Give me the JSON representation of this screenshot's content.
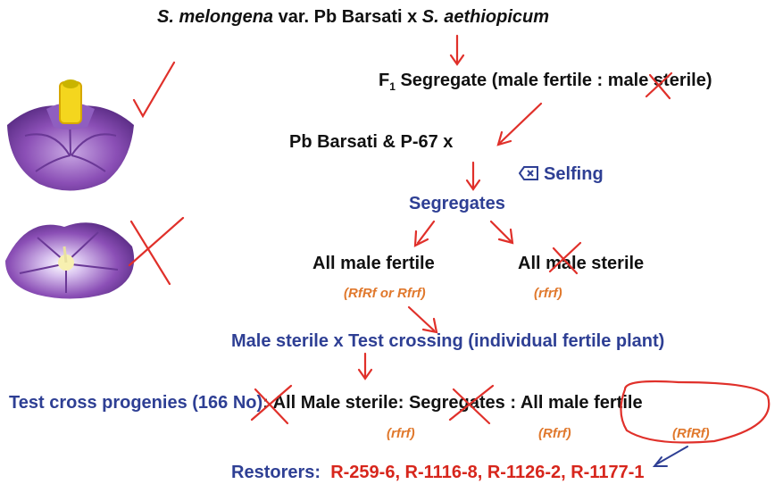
{
  "cross": {
    "parent1": "S. melongena",
    "parent1_var": " var. Pb Barsati x ",
    "parent2": "S. aethiopicum"
  },
  "f1": {
    "prefix": "F",
    "sub": "1",
    "text": " Segregate (male fertile : male sterile)"
  },
  "backcross": "Pb Barsati & P-67  x",
  "selfing": "Selfing",
  "segregates": "Segregates",
  "fertile_branch": {
    "label": "All male fertile",
    "genotype": "(RfRf or Rfrf)"
  },
  "sterile_branch": {
    "label": "All male sterile",
    "genotype": "(rfrf)"
  },
  "test_crossing": "Male sterile x Test crossing (individual fertile plant)",
  "progenies": {
    "label": "Test cross progenies (166  No)",
    "colon": ":",
    "sterile": "All Male sterile:",
    "segregates": "Segregates :",
    "fertile": "All male fertile",
    "geno_sterile": "(rfrf)",
    "geno_seg": "(Rfrf)",
    "geno_fertile": "(RfRf)"
  },
  "restorers": {
    "label": "Restorers",
    "colon": ":",
    "values": "R-259-6, R-1116-8, R-1126-2, R-1177-1"
  },
  "colors": {
    "blue": "#2e3f94",
    "orange": "#e0782c",
    "red": "#d7261c",
    "flower_purple": "#8b4fb6"
  },
  "icons": [
    "fertile-flower-image",
    "sterile-flower-image",
    "check-mark-icon",
    "cross-mark-icon",
    "selfing-icon"
  ]
}
